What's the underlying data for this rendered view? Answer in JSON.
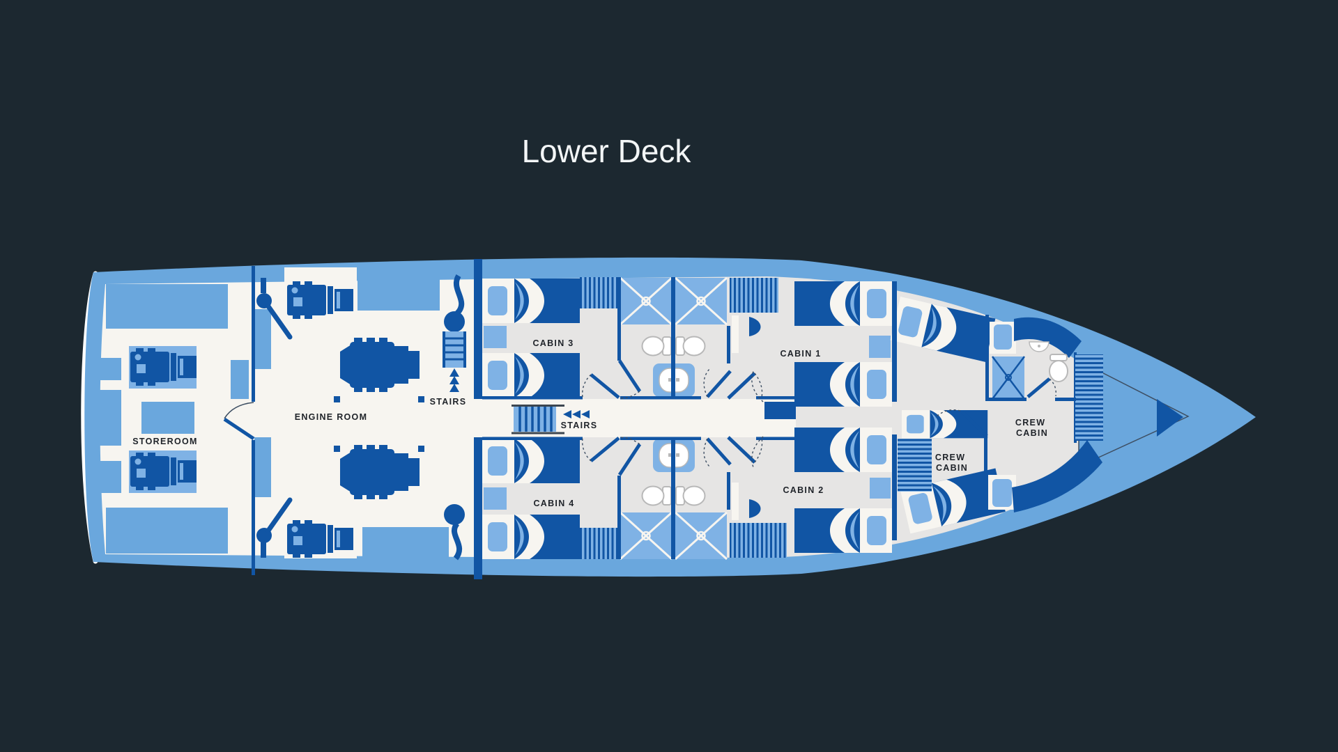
{
  "title": "Lower Deck",
  "deck_plan": {
    "rooms": {
      "storeroom": {
        "label": "STOREROOM"
      },
      "engine_room": {
        "label": "ENGINE ROOM"
      },
      "cabin_3": {
        "label": "CABIN 3"
      },
      "cabin_4": {
        "label": "CABIN 4"
      },
      "cabin_1": {
        "label": "CABIN 1"
      },
      "cabin_2": {
        "label": "CABIN 2"
      },
      "crew_cabin_mid": {
        "label_line_1": "CREW",
        "label_line_2": "CABIN"
      },
      "crew_cabin_bow": {
        "label_line_1": "CREW",
        "label_line_2": "CABIN"
      }
    },
    "stairs": {
      "engine_room": {
        "label": "STAIRS"
      },
      "corridor": {
        "label": "STAIRS"
      }
    }
  },
  "colors": {
    "background": "#1C2830",
    "hull": "#6AA7DD",
    "dark": "#1155A4",
    "accent": "#7FB2E5",
    "floor_white": "#F7F5F0",
    "floor_gray": "#E6E5E4",
    "outline_gray": "#B8B8B8",
    "rail": "#3C4650",
    "dash": "#3E4F63",
    "label": "#1F2329",
    "title": "#F3F6F7"
  }
}
